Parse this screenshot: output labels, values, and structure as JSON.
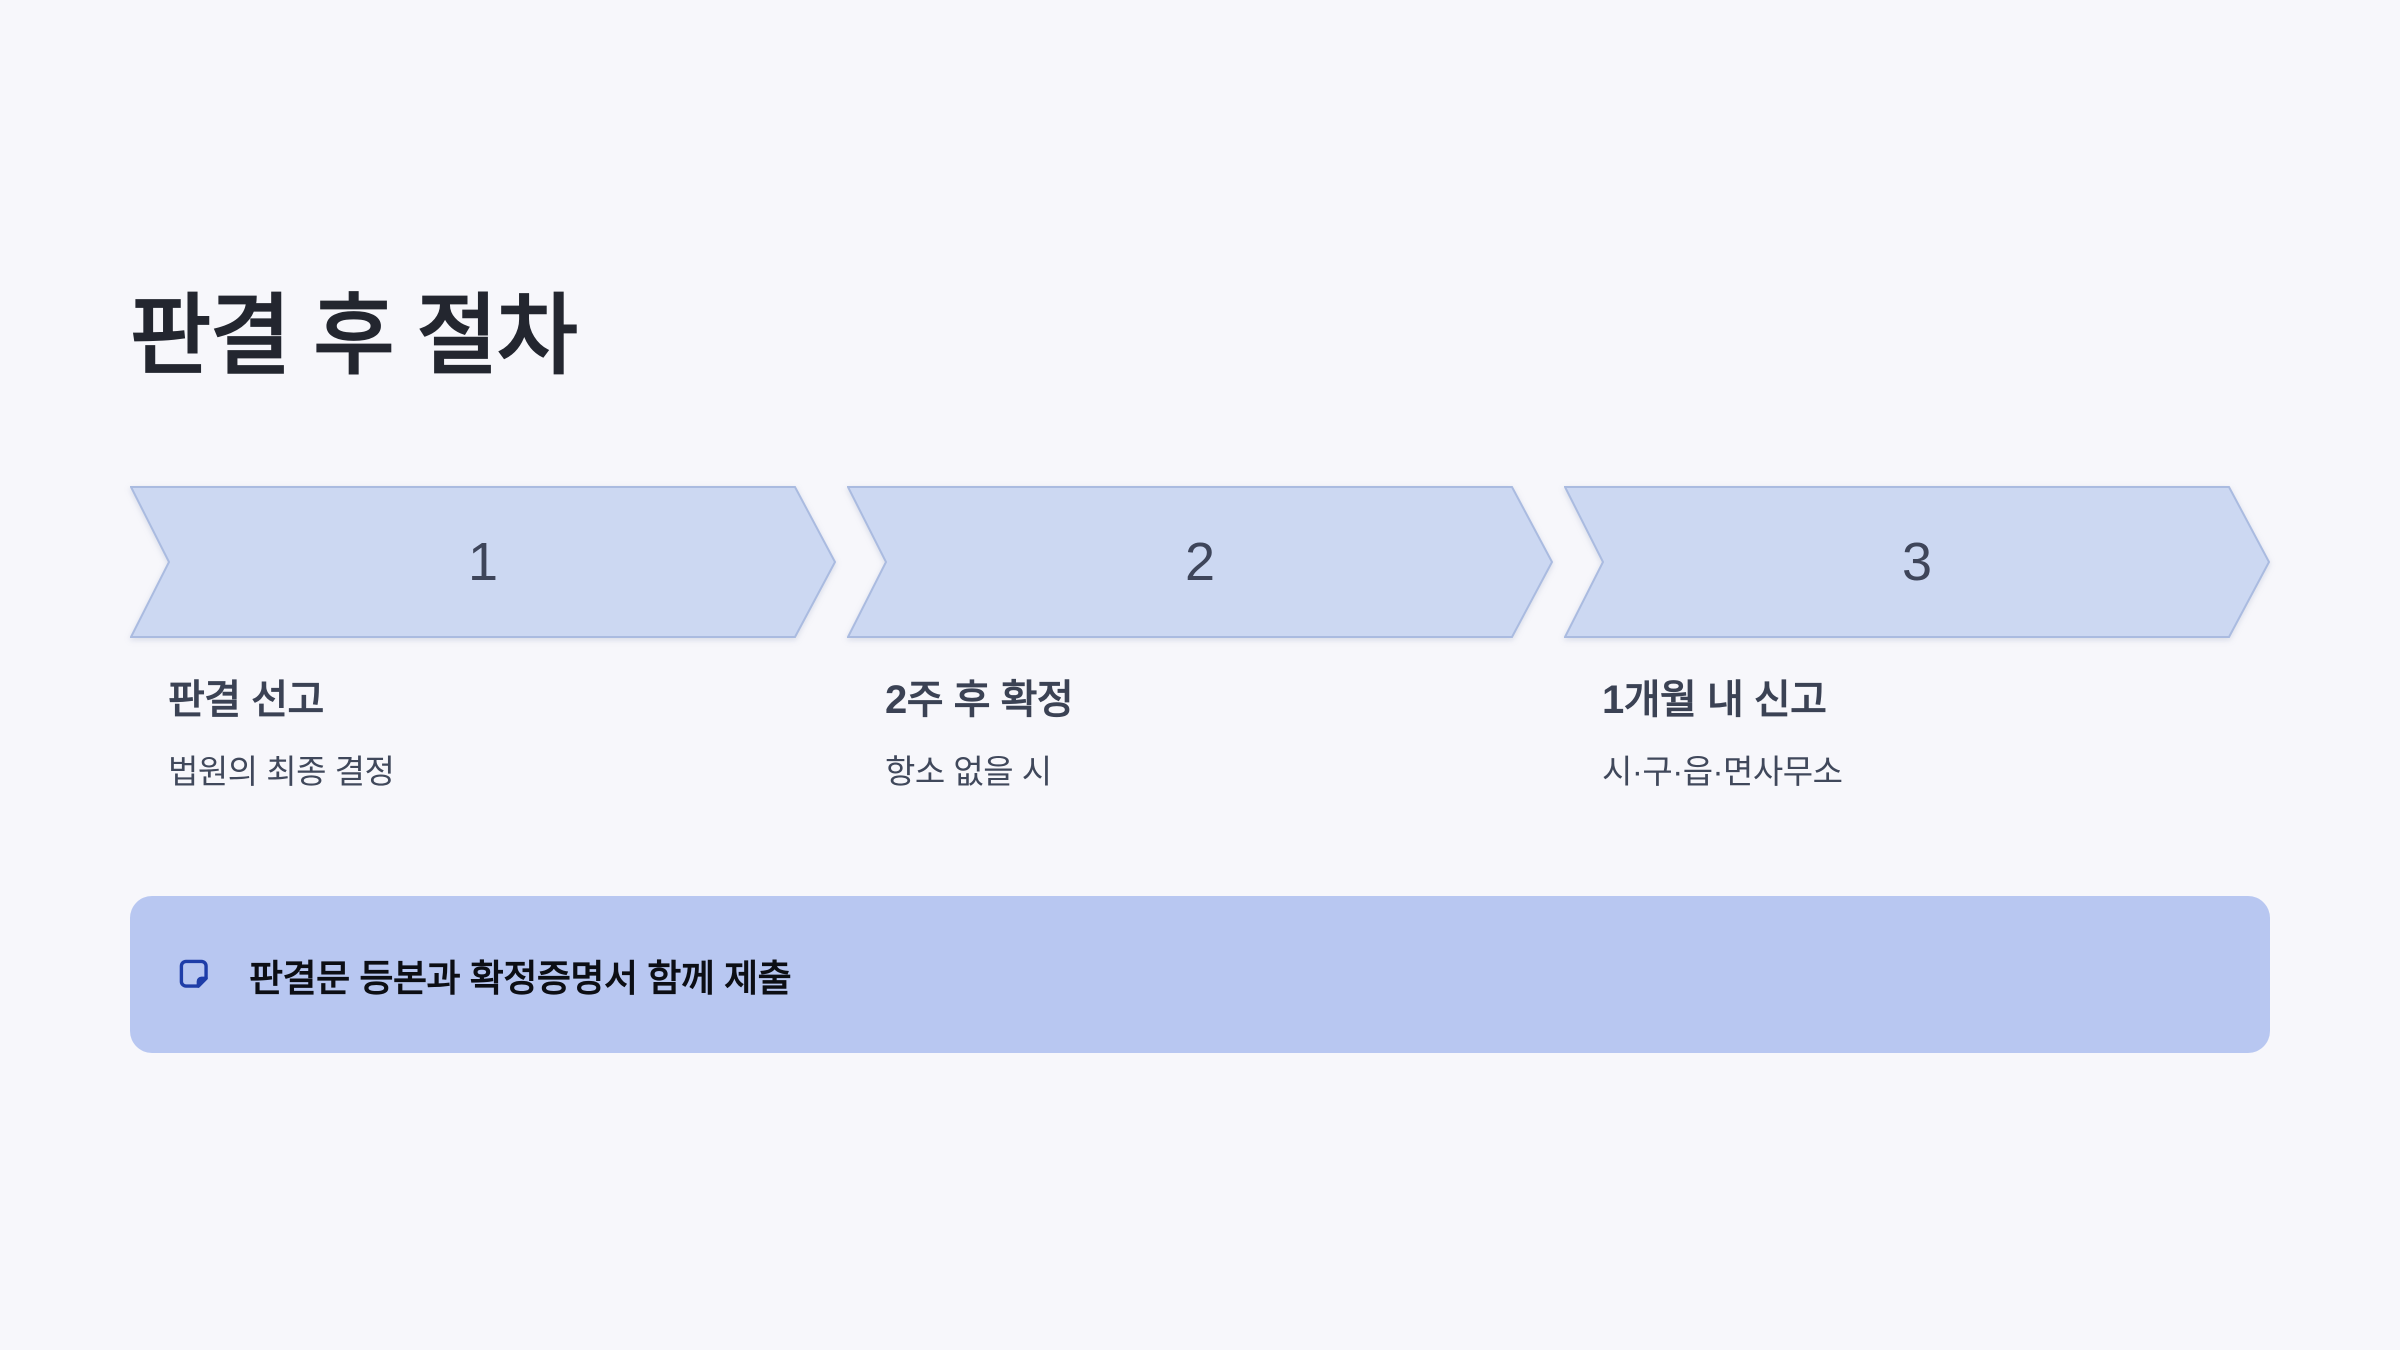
{
  "title": "판결 후 절차",
  "steps": [
    {
      "number": "1",
      "heading": "판결 선고",
      "subtitle": "법원의 최종 결정"
    },
    {
      "number": "2",
      "heading": "2주 후 확정",
      "subtitle": "항소 없을 시"
    },
    {
      "number": "3",
      "heading": "1개월 내 신고",
      "subtitle": "시·구·읍·면사무소"
    }
  ],
  "note": {
    "icon": "sticky-note-icon",
    "text": "판결문 등본과 확정증명서 함께 제출"
  },
  "colors": {
    "background": "#f7f7fb",
    "chevron_fill": "#ccd8f2",
    "chevron_border": "#aabbe0",
    "note_box_fill": "#b8c7f1",
    "note_icon": "#1e3da8",
    "title_text": "#23262f",
    "body_text": "#3b4254"
  }
}
